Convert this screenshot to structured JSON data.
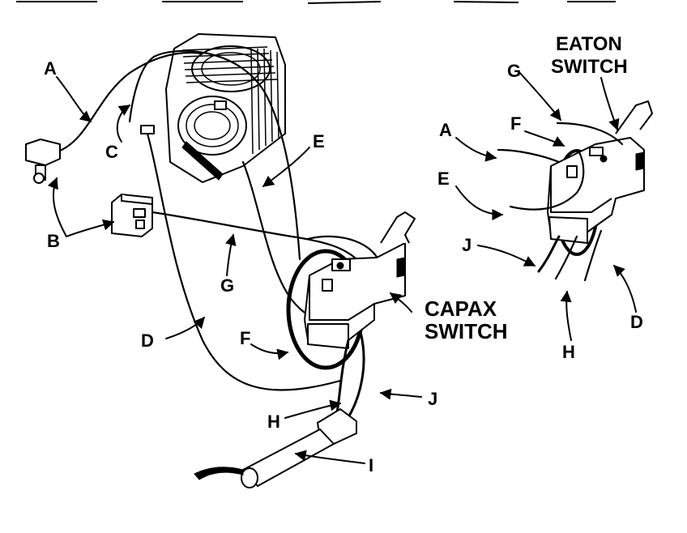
{
  "labels": {
    "left": {
      "A": "A",
      "B": "B",
      "C": "C",
      "D": "D",
      "E": "E",
      "F": "F",
      "G": "G",
      "H": "H",
      "I": "I",
      "J": "J",
      "switch_line1": "CAPAX",
      "switch_line2": "SWITCH"
    },
    "right": {
      "A": "A",
      "D": "D",
      "E": "E",
      "F": "F",
      "G": "G",
      "H": "H",
      "J": "J",
      "switch_line1": "EATON",
      "switch_line2": "SWITCH"
    }
  }
}
